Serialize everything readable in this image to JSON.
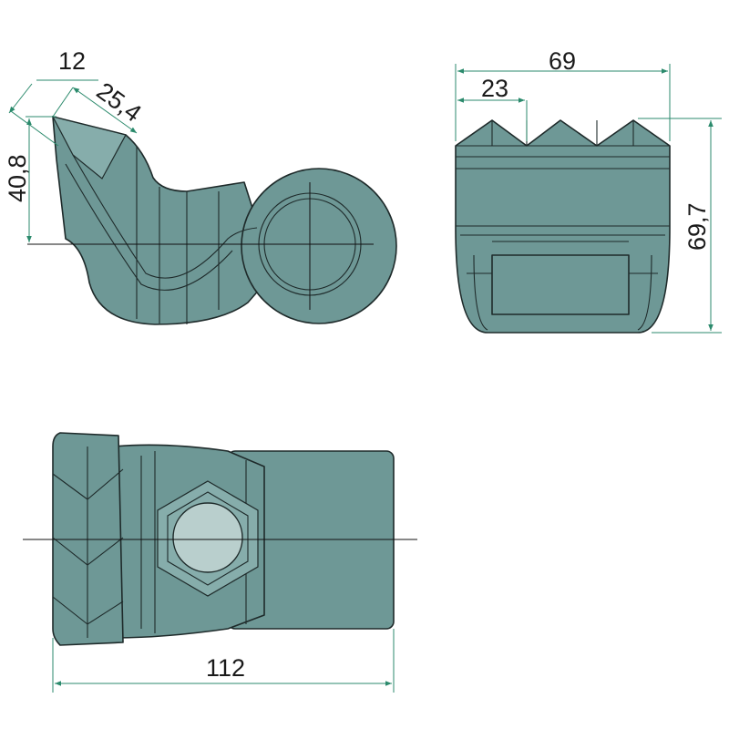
{
  "drawing": {
    "views": [
      "side-view",
      "front-view",
      "top-view"
    ],
    "dimensions": {
      "tip_width": "12",
      "tip_length": "25,4",
      "tip_height": "40,8",
      "overall_width": "69",
      "tooth_pitch": "23",
      "overall_height": "69,7",
      "overall_length": "112"
    },
    "colors": {
      "part": "#6e9896",
      "dimension": "#2b8a6c"
    }
  }
}
